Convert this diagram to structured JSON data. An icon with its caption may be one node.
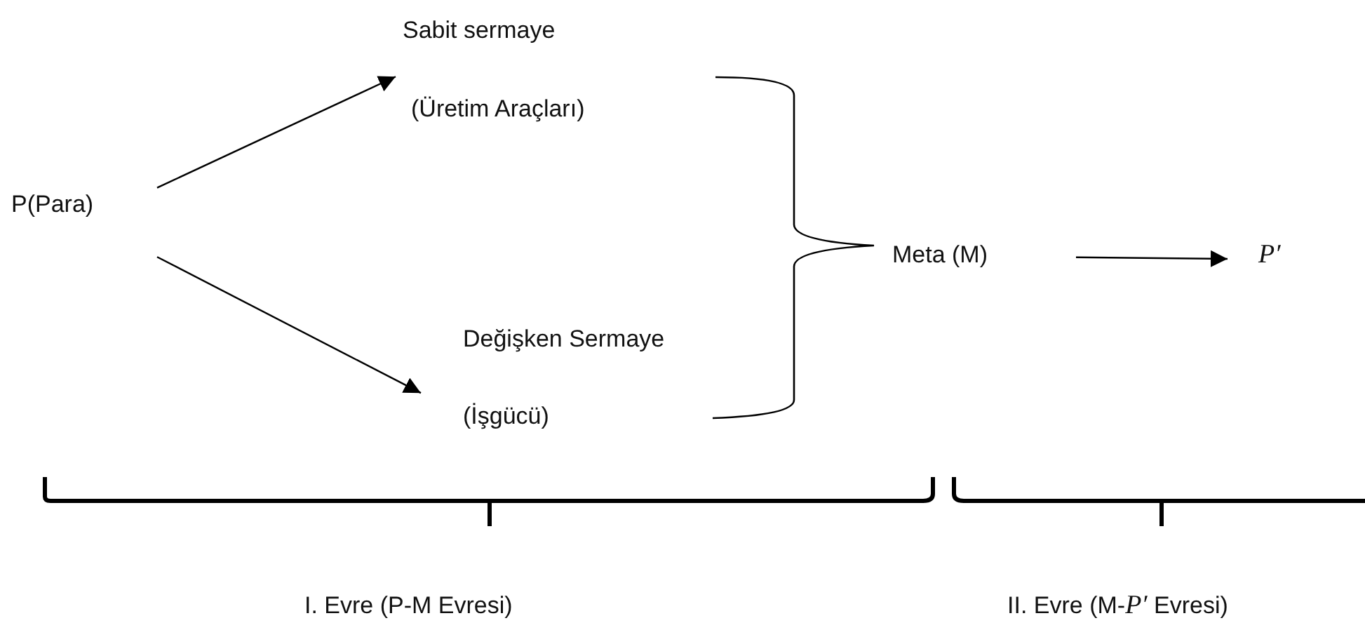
{
  "diagram": {
    "nodes": [
      {
        "text": [
          "P(Para)"
        ]
      },
      {
        "text": [
          "Sabit sermaye",
          "(Üretim Araçları)"
        ]
      },
      {
        "text": [
          "Değişken Sermaye",
          "(İşgücü)"
        ]
      },
      {
        "text": [
          "Meta (M)"
        ]
      },
      {
        "text": [
          "P′"
        ]
      }
    ],
    "edges": [
      {
        "from": 0,
        "to": 1,
        "arrow": "to"
      },
      {
        "from": 0,
        "to": 2,
        "arrow": "to"
      },
      {
        "from": 3,
        "to": 4,
        "arrow": "to"
      }
    ],
    "labels": [
      "I. Evre (P-M Evresi)",
      "II. Evre (M-*P′* Evresi)"
    ]
  }
}
